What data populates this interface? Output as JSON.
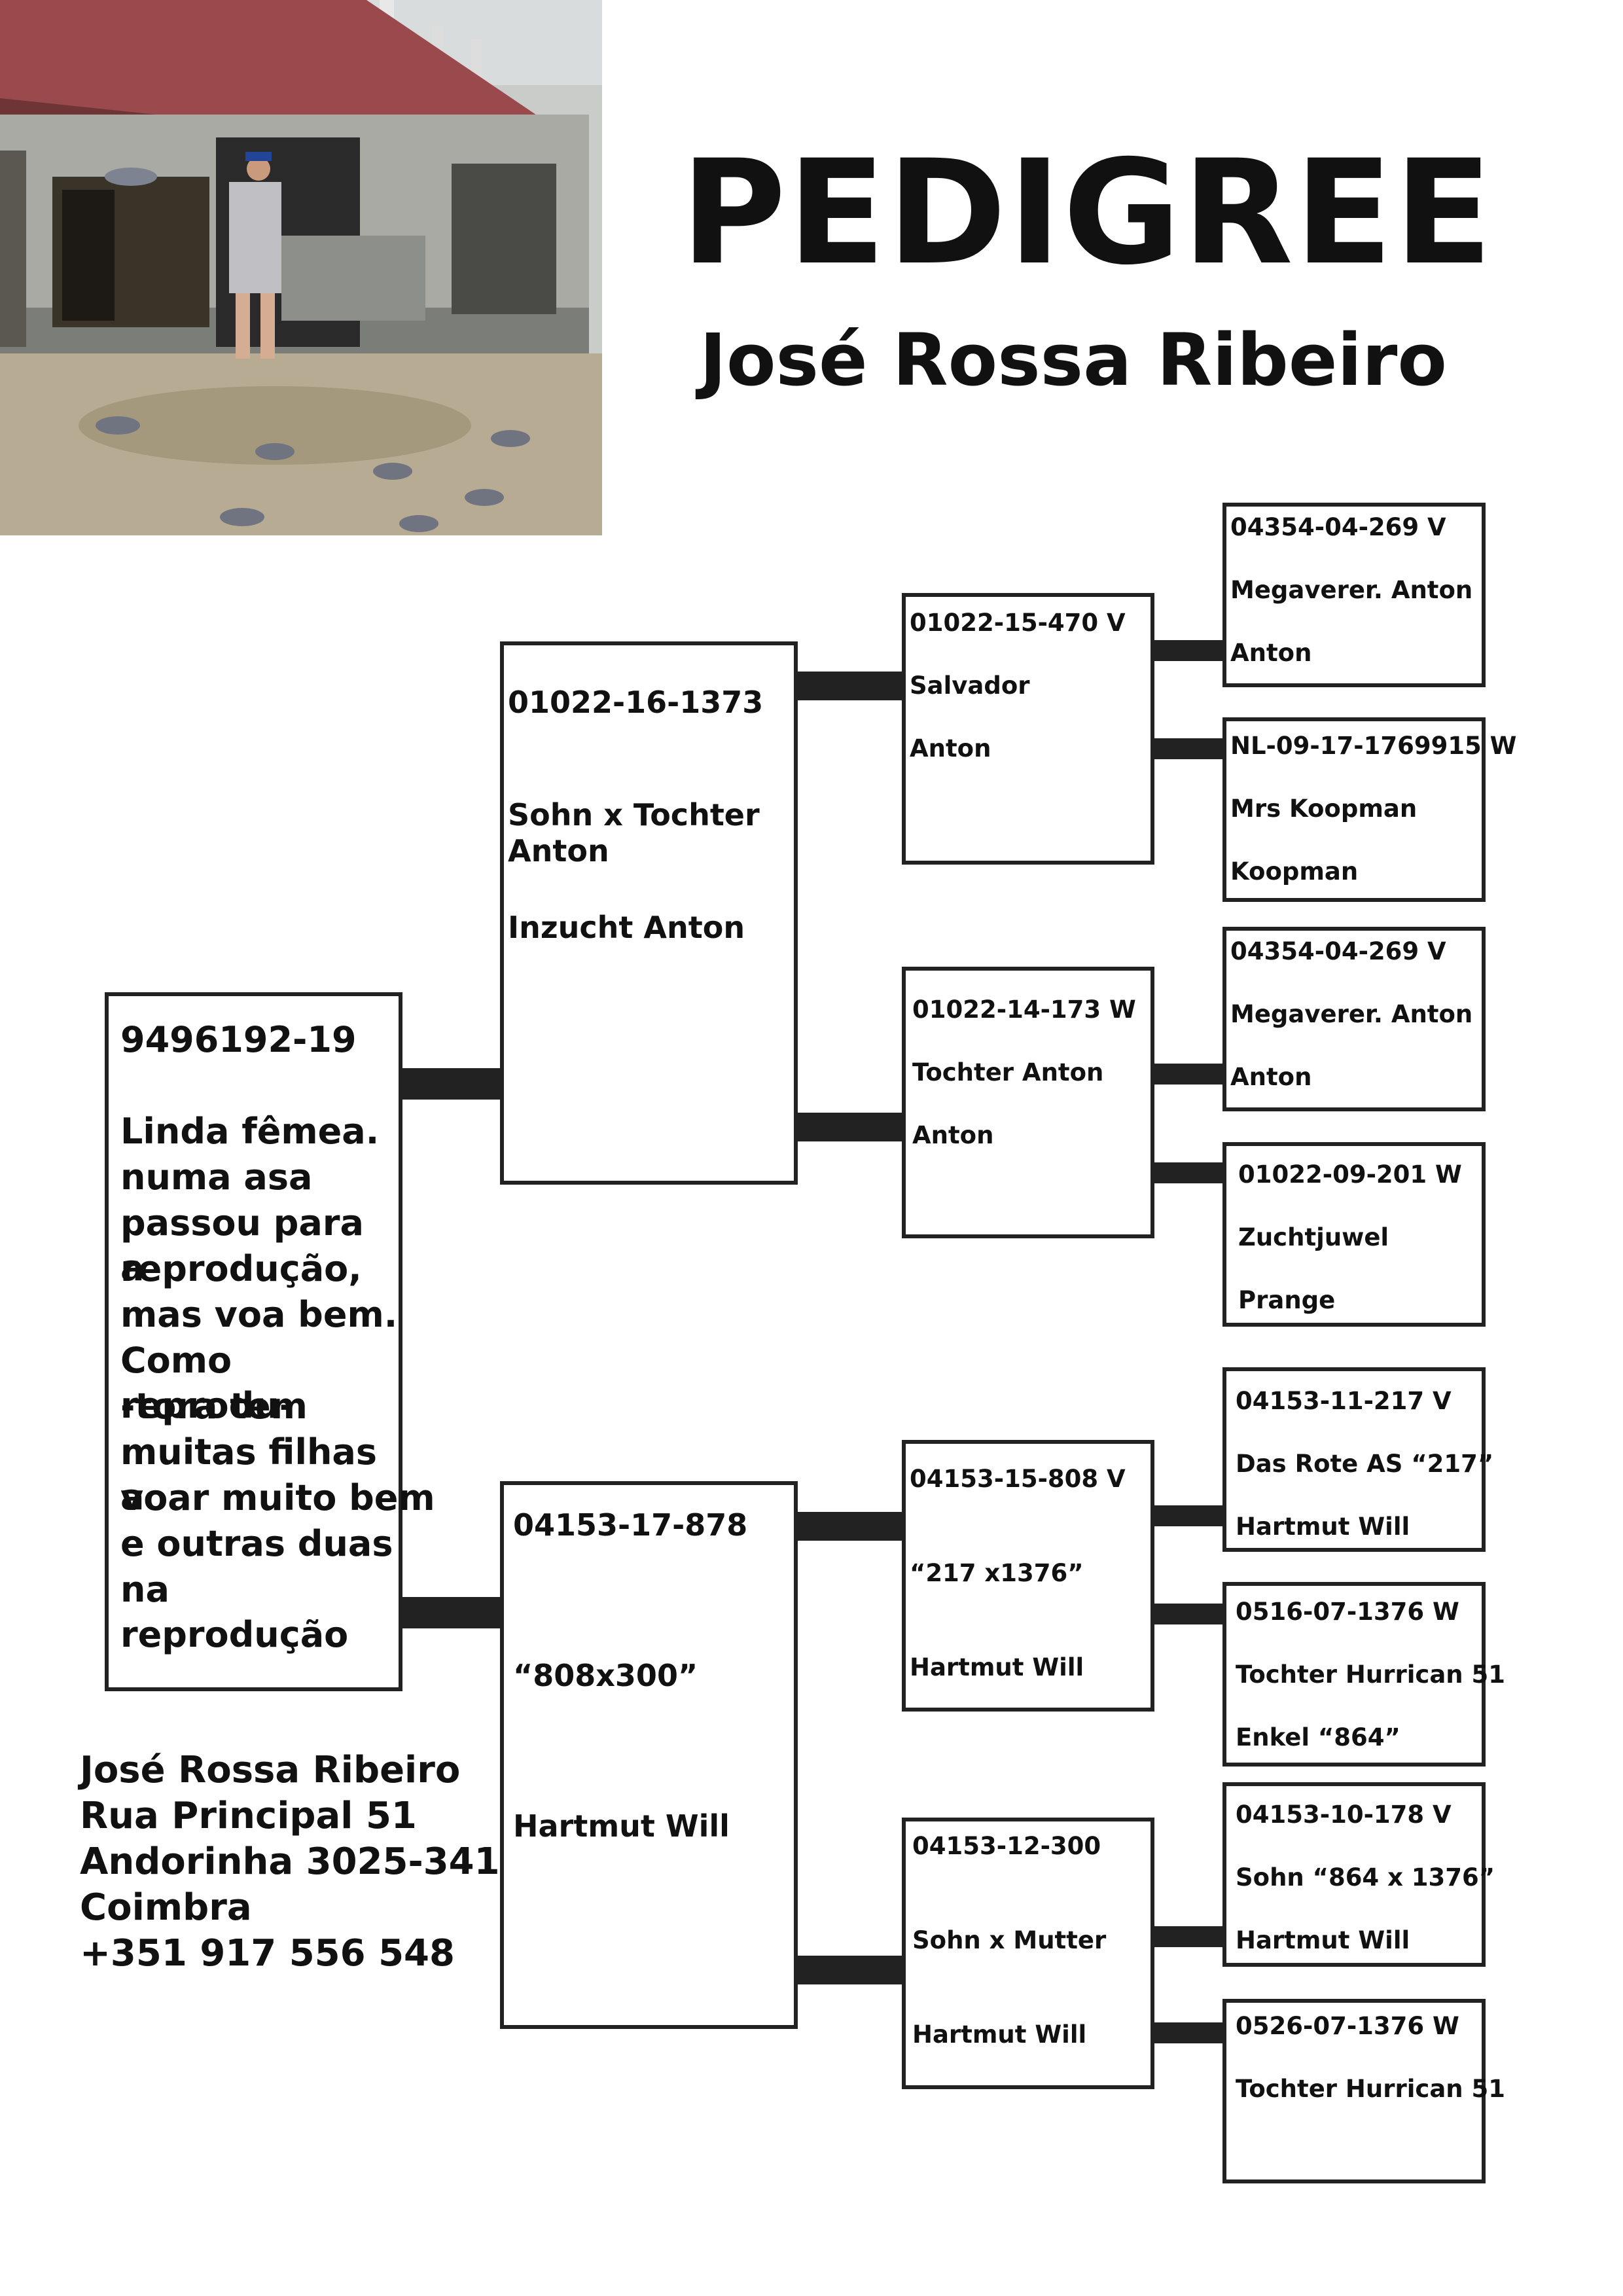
{
  "header": {
    "title": "PEDIGREE",
    "owner": "José Rossa Ribeiro"
  },
  "photo": {
    "icon": "loft-photo"
  },
  "subject": {
    "ring": "9496192-19",
    "lines": [
      "Linda fêmea.",
      "numa asa",
      "passou para a",
      "reprodução,",
      "mas voa bem.",
      "Como reprodu-",
      "-tora tem",
      "muitas filhas a",
      "voar muito bem",
      "e outras duas",
      "na reprodução"
    ]
  },
  "parents": [
    {
      "ring": "01022-16-1373",
      "name": "Sohn x Tochter Anton",
      "breeder": "Inzucht Anton"
    },
    {
      "ring": "04153-17-878",
      "name": "“808x300”",
      "breeder": "Hartmut Will"
    }
  ],
  "grandparents": [
    {
      "ring": "01022-15-470 V",
      "name": "Salvador",
      "breeder": "Anton"
    },
    {
      "ring": "01022-14-173 W",
      "name": "Tochter Anton",
      "breeder": "Anton"
    },
    {
      "ring": "04153-15-808 V",
      "name": "“217 x1376”",
      "breeder": "Hartmut Will"
    },
    {
      "ring": "04153-12-300",
      "name": "Sohn x Mutter",
      "breeder": "Hartmut Will"
    }
  ],
  "great_grandparents": [
    {
      "ring": "04354-04-269 V",
      "name": "Megaverer. Anton",
      "breeder": "Anton"
    },
    {
      "ring": "NL-09-17-1769915 W",
      "name": "Mrs Koopman",
      "breeder": "Koopman"
    },
    {
      "ring": "04354-04-269 V",
      "name": "Megaverer. Anton",
      "breeder": "Anton"
    },
    {
      "ring": "01022-09-201 W",
      "name": "Zuchtjuwel",
      "breeder": "Prange"
    },
    {
      "ring": "04153-11-217 V",
      "name": "Das Rote AS “217”",
      "breeder": "Hartmut Will"
    },
    {
      "ring": "0516-07-1376 W",
      "name": "Tochter Hurrican 51",
      "breeder": "Enkel “864”"
    },
    {
      "ring": "04153-10-178 V",
      "name": "Sohn “864 x 1376”",
      "breeder": "Hartmut Will"
    },
    {
      "ring": "0526-07-1376 W",
      "name": "Tochter Hurrican 51",
      "breeder": ""
    }
  ],
  "address": {
    "name": "José Rossa Ribeiro",
    "street": "Rua Principal 51",
    "town": "Andorinha 3025-341",
    "city": "Coimbra",
    "phone": "+351 917 556 548"
  }
}
